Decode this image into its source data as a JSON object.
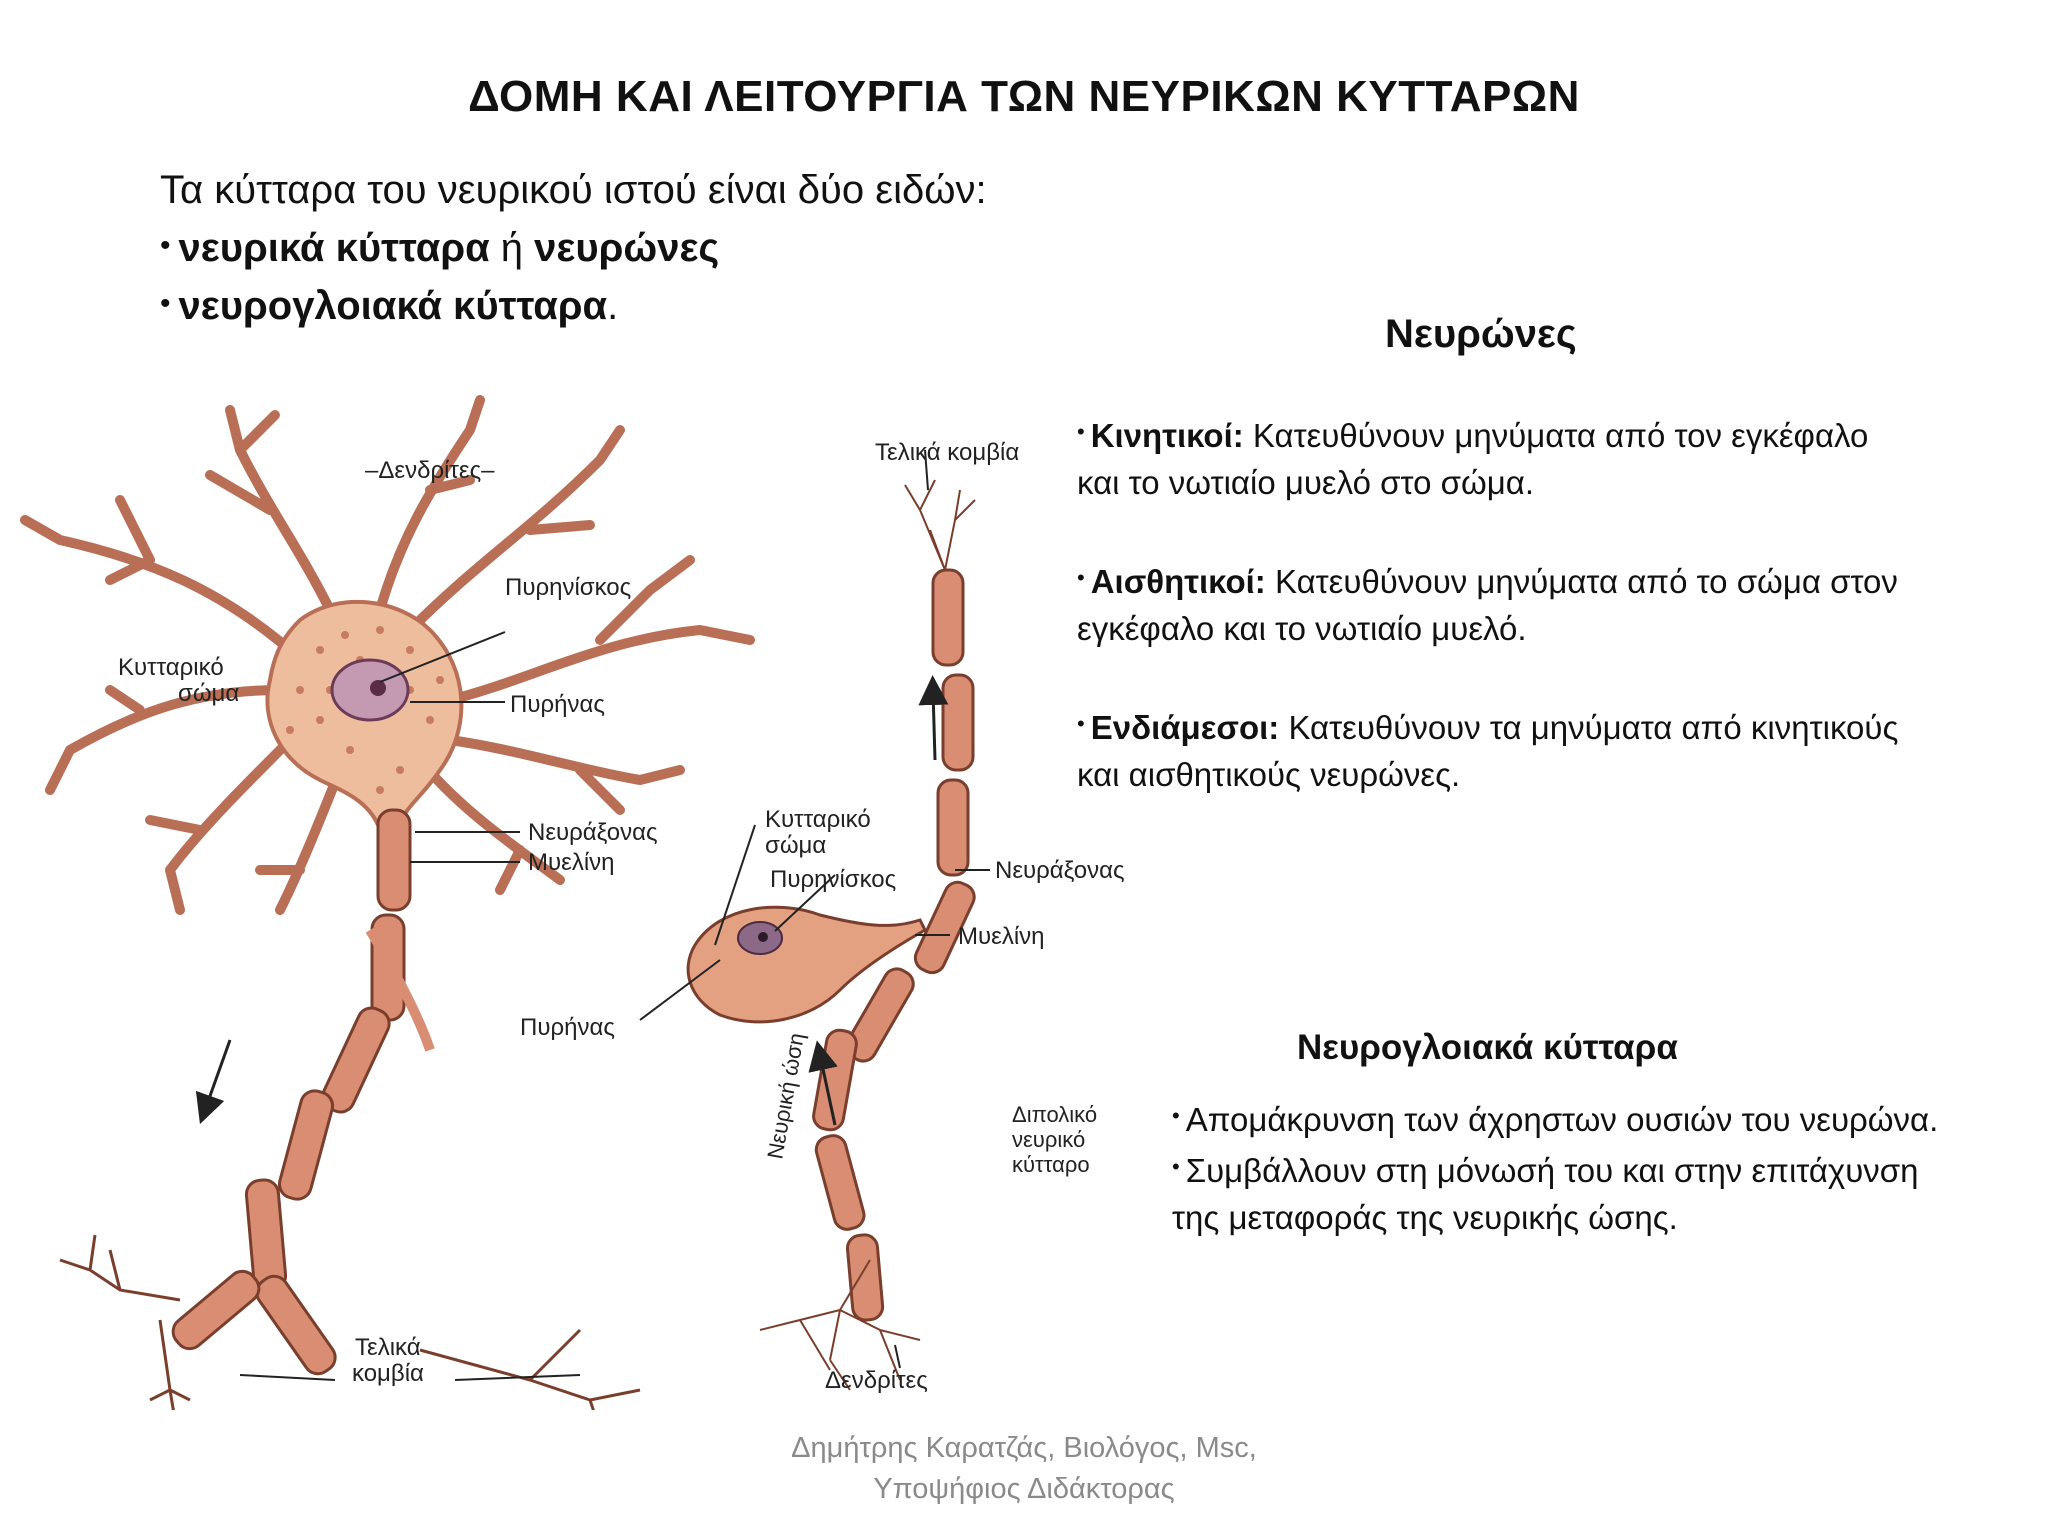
{
  "title": "ΔΟΜΗ ΚΑΙ ΛΕΙΤΟΥΡΓΙΑ ΤΩΝ ΝΕΥΡΙΚΩΝ ΚΥΤΤΑΡΩΝ",
  "intro": {
    "line1": "Τα κύτταρα του νευρικού ιστού είναι δύο ειδών:",
    "bullet1_bold_a": "νευρικά κύτταρα",
    "bullet1_conj": " ή ",
    "bullet1_bold_b": "νευρώνες",
    "bullet2_bold": "νευρογλοιακά κύτταρα",
    "bullet2_end": "."
  },
  "neurons": {
    "heading": "Νευρώνες",
    "items": [
      {
        "term": "Κινητικοί:",
        "line1": " Κατευθύνουν μηνύματα από τον εγκέφαλο",
        "line2": "και το νωτιαίο μυελό στο σώμα."
      },
      {
        "term": "Αισθητικοί:",
        "line1": " Κατευθύνουν μηνύματα από το σώμα στον",
        "line2": "εγκέφαλο και το νωτιαίο μυελό."
      },
      {
        "term": "Ενδιάμεσοι:",
        "line1": " Κατευθύνουν τα μηνύματα από κινητικούς",
        "line2": "και αισθητικούς νευρώνες."
      }
    ]
  },
  "glia": {
    "heading": "Νευρογλοιακά κύτταρα",
    "item1": "Απομάκρυνση των άχρηστων ουσιών του νευρώνα.",
    "item2_line1": "Συμβάλλουν στη μόνωσή του και στην επιτάχυνση",
    "item2_line2": "της μεταφοράς της νευρικής ώσης."
  },
  "diagram_labels": {
    "dendrites_top": "–Δενδρίτες–",
    "nucleolus_1": "Πυρηνίσκος",
    "cell_body_1a": "Κυτταρικό",
    "cell_body_1b": "σώμα",
    "nucleus_1": "Πυρήνας",
    "axon_1": "Νευράξονας",
    "myelin_1": "Μυελίνη",
    "terminals_1a": "Τελικά",
    "terminals_1b": "κομβία",
    "terminals_2": "Τελικά κομβία",
    "cell_body_2a": "Κυτταρικό",
    "cell_body_2b": "σώμα",
    "nucleolus_2": "Πυρηνίσκος",
    "axon_2": "Νευράξονας",
    "myelin_2": "Μυελίνη",
    "nucleus_2": "Πυρήνας",
    "impulse": "Νευρική ώση",
    "bipolar_a": "Διπολικό",
    "bipolar_b": "νευρικό",
    "bipolar_c": "κύτταρο",
    "dendrites_bottom": "Δενδρίτες"
  },
  "footer": {
    "line1": "Δημήτρης Καρατζάς, Βιολόγος, Msc,",
    "line2": "Υποψήφιος Διδάκτορας"
  },
  "colors": {
    "cell_fill": "#eebd9e",
    "cell_stroke": "#7a3e2c",
    "myelin_fill": "#d98e74",
    "nucleus_fill": "#c49ab2",
    "dot": "#c77b60"
  }
}
